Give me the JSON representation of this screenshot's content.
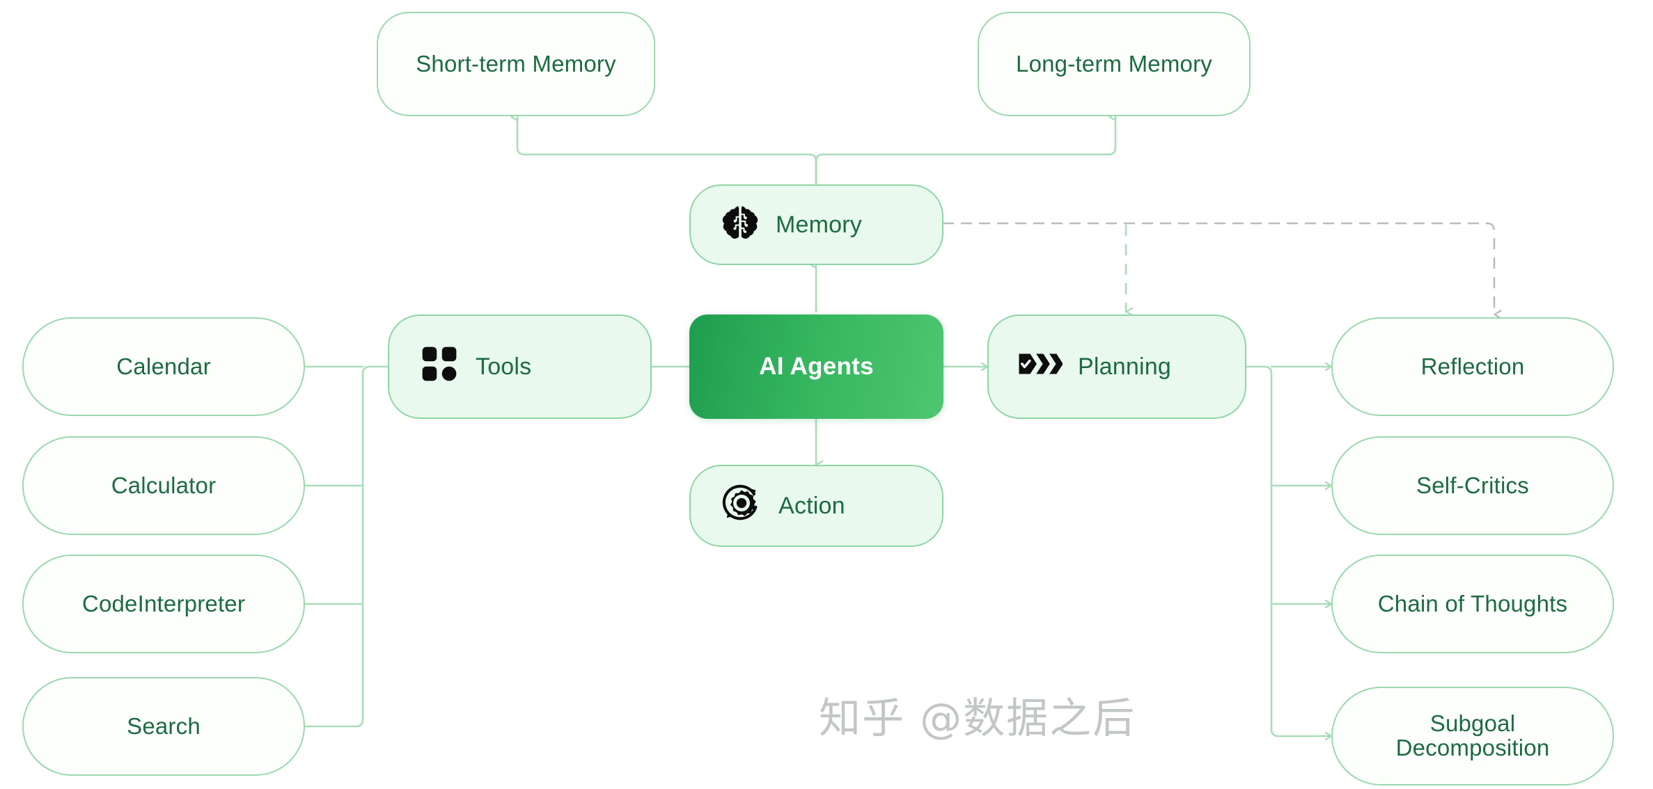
{
  "diagram": {
    "title": "AI Agents",
    "colors": {
      "center_gradient_from": "#1f9d4f",
      "center_gradient_to": "#4ec771",
      "branch_fill": "#e9f9ed",
      "branch_border": "#8fd5a5",
      "leaf_fill": "#fdfffd",
      "leaf_border": "#9ad9ad",
      "text_green": "#1d6b40",
      "edge_green": "#a9ddb9",
      "edge_dashed_gray": "#b9bdbd",
      "icon_black": "#0d0d0d",
      "center_text": "#ffffff"
    },
    "center": {
      "label": "AI Agents"
    },
    "branches": [
      {
        "id": "memory",
        "label": "Memory",
        "icon": "brain-icon"
      },
      {
        "id": "tools",
        "label": "Tools",
        "icon": "grid-apps-icon"
      },
      {
        "id": "planning",
        "label": "Planning",
        "icon": "check-chevrons-icon"
      },
      {
        "id": "action",
        "label": "Action",
        "icon": "gear-refresh-icon"
      }
    ],
    "memory_children": [
      {
        "label": "Short-term Memory"
      },
      {
        "label": "Long-term Memory"
      }
    ],
    "tools_children": [
      {
        "label": "Calendar"
      },
      {
        "label": "Calculator"
      },
      {
        "label": "CodeInterpreter"
      },
      {
        "label": "Search"
      }
    ],
    "planning_children": [
      {
        "label": "Reflection"
      },
      {
        "label": "Self-Critics"
      },
      {
        "label": "Chain of Thoughts"
      },
      {
        "label": "Subgoal Decomposition",
        "line1": "Subgoal",
        "line2": "Decomposition"
      }
    ]
  },
  "watermark": {
    "text": "知乎 @数据之后"
  }
}
